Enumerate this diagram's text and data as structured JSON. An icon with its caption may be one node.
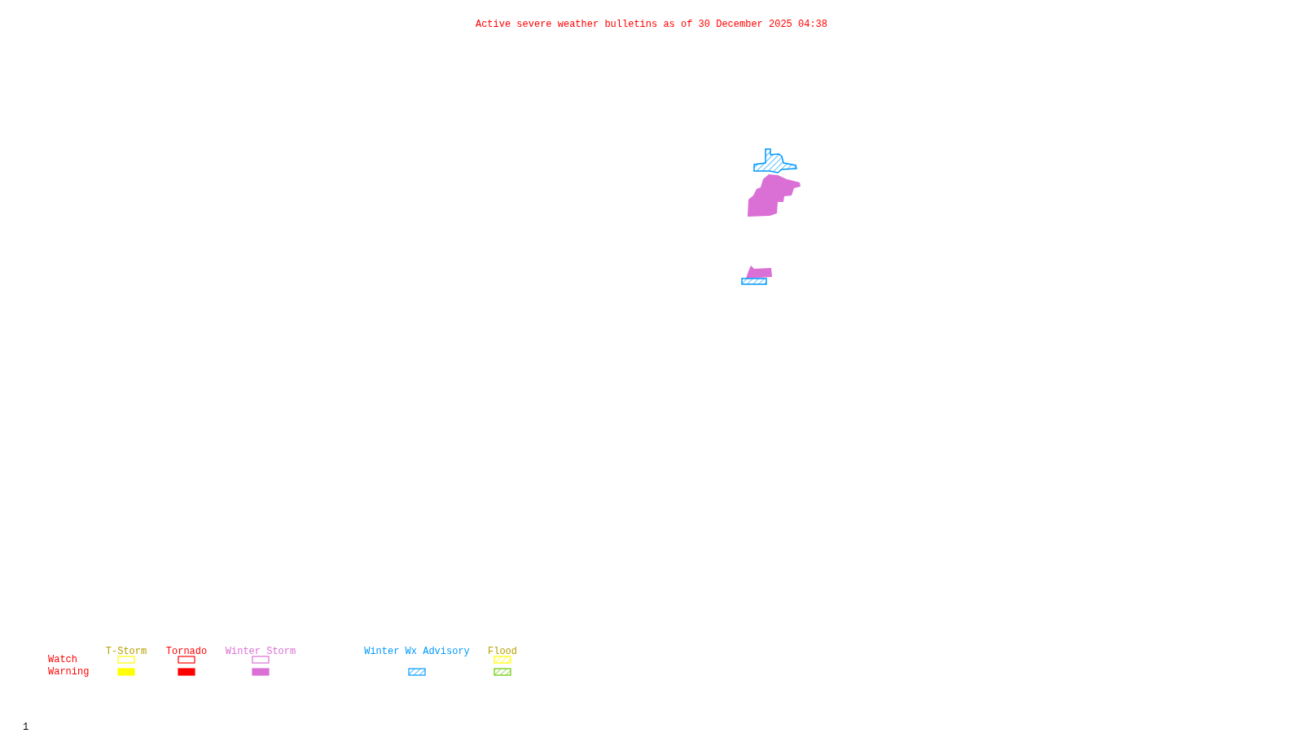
{
  "diagram": {
    "title": "Active severe weather bulletins as of 30 December 2025 04:38",
    "labels": [
      "T-Storm",
      "Tornado",
      "Winter Storm",
      "Winter Wx Advisory",
      "Flood",
      "Watch",
      "Warning",
      "1"
    ]
  }
}
